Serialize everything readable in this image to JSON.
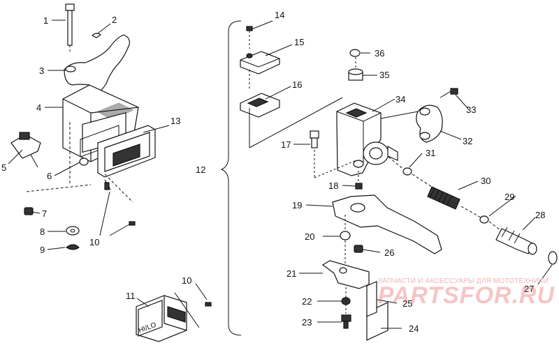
{
  "labels": {
    "n1": "1",
    "n2": "2",
    "n3": "3",
    "n4": "4",
    "n5": "5",
    "n6": "6",
    "n7": "7",
    "n8": "8",
    "n9": "9",
    "n10a": "10",
    "n10b": "10",
    "n11": "11",
    "n12": "12",
    "n13": "13",
    "n14": "14",
    "n15": "15",
    "n16": "16",
    "n17": "17",
    "n18": "18",
    "n19": "19",
    "n20": "20",
    "n21": "21",
    "n22": "22",
    "n23": "23",
    "n24": "24",
    "n25": "25",
    "n26": "26",
    "n27": "27",
    "n28": "28",
    "n29": "29",
    "n30": "30",
    "n31": "31",
    "n32": "32",
    "n33": "33",
    "n34": "34",
    "n35": "35",
    "n36": "36"
  },
  "switch_text": "HI/LO",
  "watermark": {
    "top": "ЗАПЧАСТИ И АКСЕССУАРЫ ДЛЯ МОТОТЕХНИКИ",
    "brand": "PARTSFOR.RU"
  }
}
